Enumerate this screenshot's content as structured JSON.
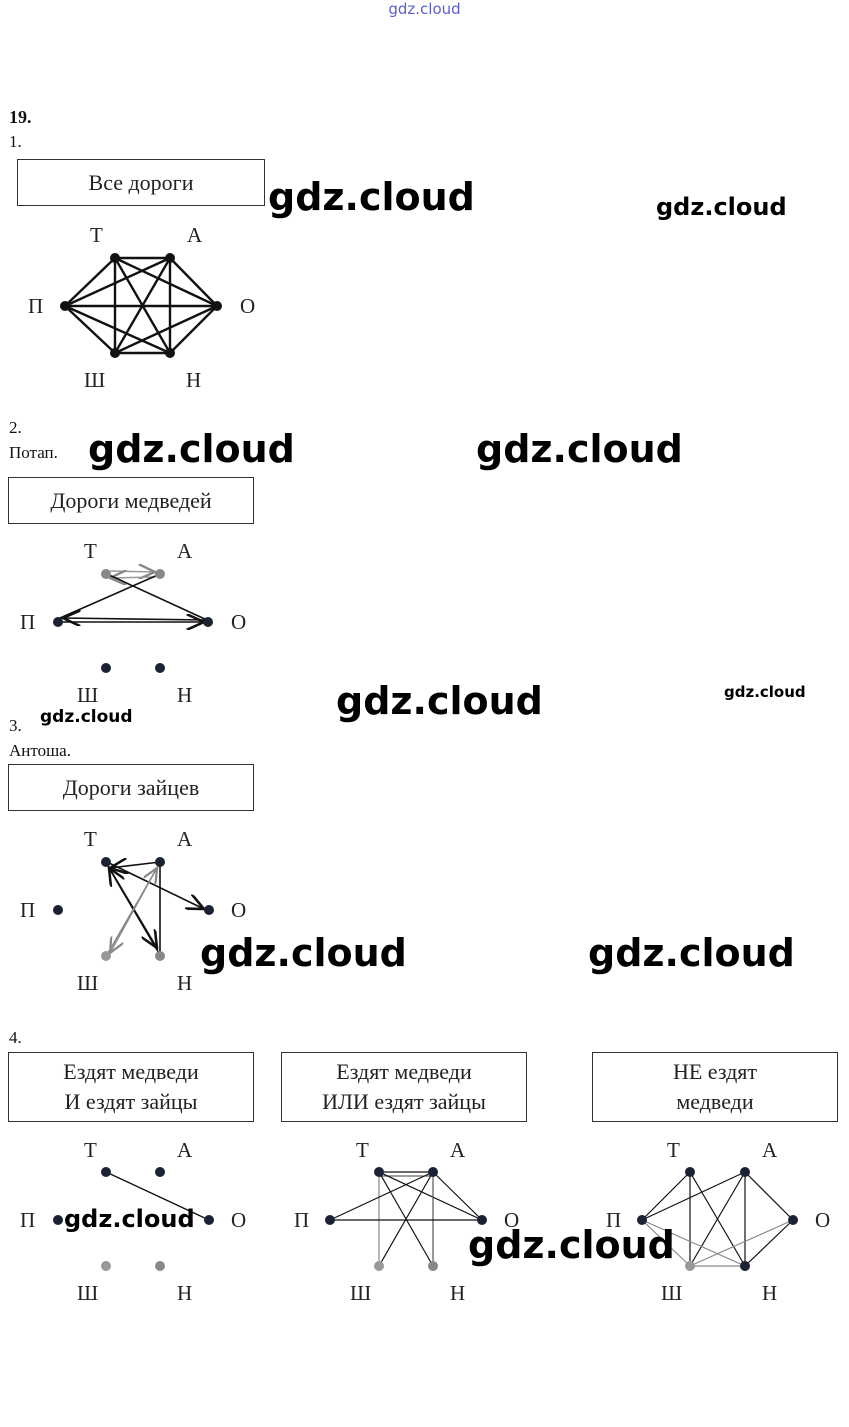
{
  "header": {
    "watermark": "gdz.cloud"
  },
  "exercise": {
    "number": "19."
  },
  "watermarks": {
    "text": "gdz.cloud"
  },
  "nodes": {
    "T": "Т",
    "A": "А",
    "P": "П",
    "O": "О",
    "Sh": "Ш",
    "N": "Н"
  },
  "parts": [
    {
      "num": "1.",
      "author": "",
      "box": [
        "Все дороги"
      ],
      "edges": [
        [
          "T",
          "A"
        ],
        [
          "T",
          "P"
        ],
        [
          "T",
          "O"
        ],
        [
          "T",
          "Sh"
        ],
        [
          "T",
          "N"
        ],
        [
          "A",
          "P"
        ],
        [
          "A",
          "O"
        ],
        [
          "A",
          "Sh"
        ],
        [
          "A",
          "N"
        ],
        [
          "P",
          "O"
        ],
        [
          "P",
          "Sh"
        ],
        [
          "P",
          "N"
        ],
        [
          "O",
          "Sh"
        ],
        [
          "O",
          "N"
        ],
        [
          "Sh",
          "N"
        ]
      ]
    },
    {
      "num": "2.",
      "author": "Потап.",
      "box": [
        "Дороги медведей"
      ],
      "edges": [
        [
          "T",
          "A",
          "gray-arrow"
        ],
        [
          "A",
          "T",
          "gray-arrow"
        ],
        [
          "P",
          "O",
          "arrow"
        ],
        [
          "O",
          "P",
          "arrow"
        ]
      ]
    },
    {
      "num": "3.",
      "author": "Антоша.",
      "box": [
        "Дороги зайцев"
      ],
      "edges": [
        [
          "T",
          "O",
          "arrow"
        ],
        [
          "T",
          "N",
          "arrow"
        ],
        [
          "A",
          "T",
          "arrow"
        ],
        [
          "N",
          "A",
          "arrow"
        ],
        [
          "A",
          "Sh",
          "gray-arrow"
        ],
        [
          "Sh",
          "A",
          "gray-arrow"
        ]
      ]
    },
    {
      "num": "4.",
      "author": "",
      "panels": [
        {
          "box": [
            "Ездят медведи",
            "И ездят зайцы"
          ],
          "edges": [
            [
              "T",
              "O"
            ]
          ]
        },
        {
          "box": [
            "Ездят медведи",
            "ИЛИ ездят зайцы"
          ],
          "edges": [
            [
              "T",
              "A"
            ],
            [
              "T",
              "O"
            ],
            [
              "T",
              "N"
            ],
            [
              "A",
              "P"
            ],
            [
              "A",
              "O"
            ],
            [
              "A",
              "Sh"
            ],
            [
              "A",
              "N"
            ],
            [
              "P",
              "O"
            ],
            [
              "T",
              "Sh",
              "gray"
            ],
            [
              "A",
              "T",
              "gray"
            ]
          ]
        },
        {
          "box": [
            "НЕ ездят",
            "медведи"
          ],
          "edges": [
            [
              "T",
              "P"
            ],
            [
              "T",
              "Sh"
            ],
            [
              "T",
              "N"
            ],
            [
              "A",
              "P"
            ],
            [
              "A",
              "O"
            ],
            [
              "A",
              "Sh"
            ],
            [
              "A",
              "N"
            ],
            [
              "O",
              "N"
            ],
            [
              "P",
              "Sh",
              "gray"
            ],
            [
              "P",
              "N",
              "gray"
            ],
            [
              "Sh",
              "N",
              "gray"
            ],
            [
              "O",
              "Sh",
              "gray"
            ]
          ]
        }
      ]
    }
  ]
}
